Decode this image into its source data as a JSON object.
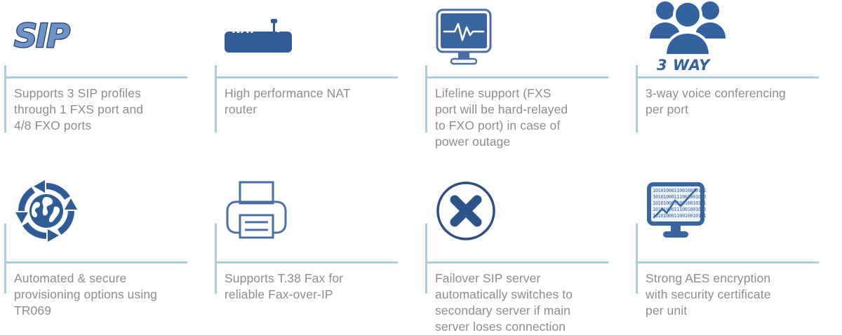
{
  "page": {
    "background": "#ffffff",
    "accent_rule_color": "#a9cede",
    "icon_blue": "#33629f",
    "icon_outline_blue": "#4a6ea5",
    "text_color": "#8d8d8d",
    "columns": 4,
    "rows": 2
  },
  "features": [
    {
      "id": "sip-profiles",
      "icon": "sip-logo-icon",
      "icon_text": "SIP",
      "text": "Supports 3 SIP profiles\nthrough 1 FXS port and\n4/8 FXO ports"
    },
    {
      "id": "nat-router",
      "icon": "nat-router-icon",
      "icon_text": "NAT",
      "text": "High performance NAT\nrouter"
    },
    {
      "id": "lifeline-support",
      "icon": "monitor-pulse-icon",
      "icon_text": "",
      "text": "Lifeline support (FXS\nport will be hard-relayed\nto FXO port) in case of\npower outage"
    },
    {
      "id": "three-way-conferencing",
      "icon": "three-people-icon",
      "icon_text": "3 WAY",
      "text": "3-way voice conferencing\nper port"
    },
    {
      "id": "automated-provisioning",
      "icon": "globe-refresh-icon",
      "icon_text": "",
      "text": "Automated & secure\nprovisioning options using\nTR069"
    },
    {
      "id": "t38-fax",
      "icon": "printer-fax-icon",
      "icon_text": "",
      "text": "Supports T.38 Fax for\nreliable Fax-over-IP"
    },
    {
      "id": "failover-sip-server",
      "icon": "circle-x-icon",
      "icon_text": "",
      "text": "Failover SIP server\nautomatically switches to\nsecondary server if main\nserver loses connection"
    },
    {
      "id": "aes-encryption",
      "icon": "monitor-binary-chart-icon",
      "icon_text": "",
      "text": "Strong AES encryption\nwith security certificate\nper unit"
    }
  ]
}
